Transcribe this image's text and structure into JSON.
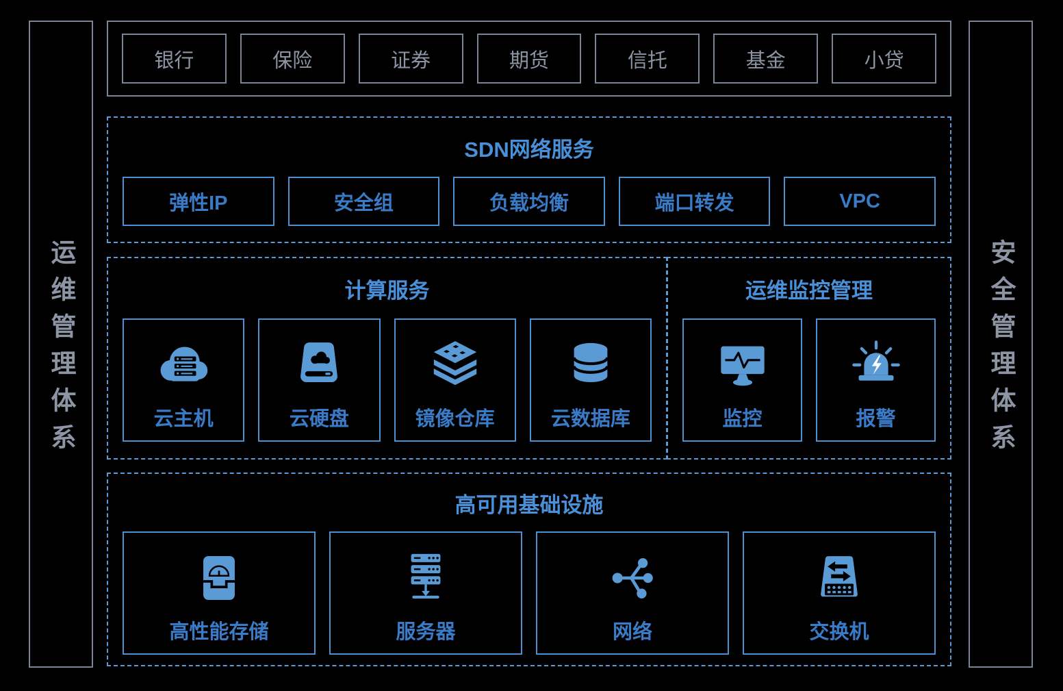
{
  "colors": {
    "background": "#000000",
    "gray_border": "#7A8494",
    "gray_text": "#8D95A4",
    "dashed_border": "#5B9BD5",
    "blue_box_border": "#4A90D2",
    "blue_text": "#3A7BC8",
    "blue_title": "#4A90D8",
    "blue_icon": "#5B9BD5"
  },
  "left_sidebar": {
    "label": "运维管理体系"
  },
  "right_sidebar": {
    "label": "安全管理体系"
  },
  "top_row": {
    "items": [
      "银行",
      "保险",
      "证券",
      "期货",
      "信托",
      "基金",
      "小贷"
    ]
  },
  "sdn": {
    "title": "SDN网络服务",
    "items": [
      "弹性IP",
      "安全组",
      "负载均衡",
      "端口转发",
      "VPC"
    ]
  },
  "compute": {
    "title": "计算服务",
    "items": [
      {
        "label": "云主机",
        "icon": "cloud-server-icon"
      },
      {
        "label": "云硬盘",
        "icon": "cloud-disk-icon"
      },
      {
        "label": "镜像仓库",
        "icon": "layers-stack-icon"
      },
      {
        "label": "云数据库",
        "icon": "database-icon"
      }
    ]
  },
  "monitor": {
    "title": "运维监控管理",
    "items": [
      {
        "label": "监控",
        "icon": "monitor-pulse-icon"
      },
      {
        "label": "报警",
        "icon": "alarm-siren-icon"
      }
    ]
  },
  "infra": {
    "title": "高可用基础设施",
    "items": [
      {
        "label": "高性能存储",
        "icon": "storage-gauge-icon"
      },
      {
        "label": "服务器",
        "icon": "server-rack-icon"
      },
      {
        "label": "网络",
        "icon": "network-hub-icon"
      },
      {
        "label": "交换机",
        "icon": "switch-icon"
      }
    ]
  }
}
